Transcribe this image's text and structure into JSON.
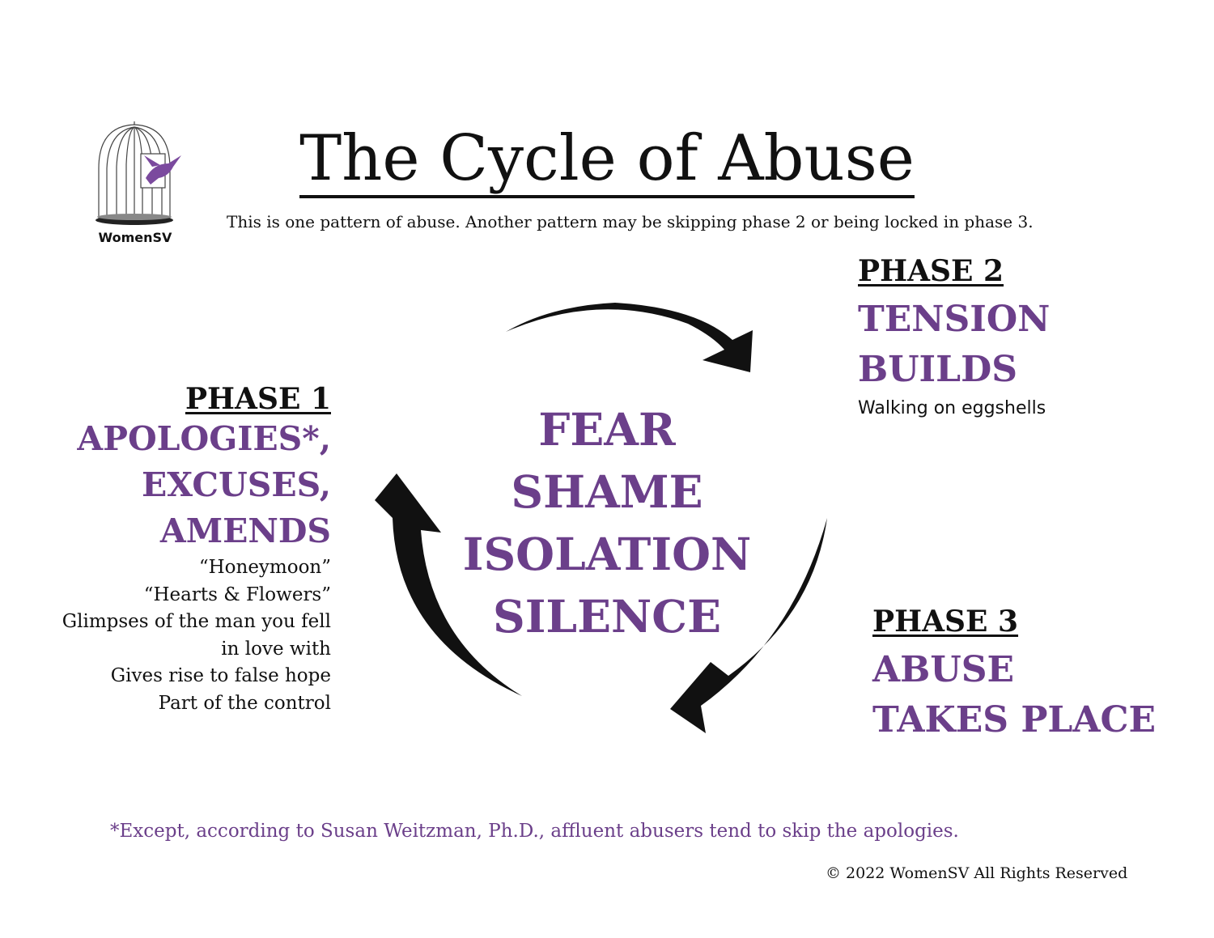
{
  "title": "The Cycle of Abuse",
  "subtitle": "This is one pattern of abuse. Another pattern may be skipping phase 2 or being locked in phase 3.",
  "logo": {
    "name": "WomenSV",
    "icon": "birdcage-swallow-icon",
    "accent": "#7b4a9e"
  },
  "colors": {
    "accent": "#6b3f8a",
    "text": "#111111"
  },
  "phase1": {
    "heading": "PHASE 1",
    "lines": [
      "APOLOGIES*,",
      "EXCUSES,",
      "AMENDS"
    ],
    "details": [
      "“Honeymoon”",
      "“Hearts & Flowers”",
      "Glimpses of the man you fell in love with",
      "Gives rise to false hope",
      "Part of the control"
    ]
  },
  "phase2": {
    "heading": "PHASE 2",
    "lines": [
      "TENSION",
      "BUILDS"
    ],
    "details": [
      "Walking on eggshells"
    ]
  },
  "phase3": {
    "heading": "PHASE 3",
    "lines": [
      "ABUSE",
      "TAKES PLACE"
    ]
  },
  "center": [
    "FEAR",
    "SHAME",
    "ISOLATION",
    "SILENCE"
  ],
  "footnote": "*Except, according to Susan Weitzman, Ph.D., affluent abusers tend to skip the apologies.",
  "copyright": "© 2022 WomenSV All Rights Reserved"
}
